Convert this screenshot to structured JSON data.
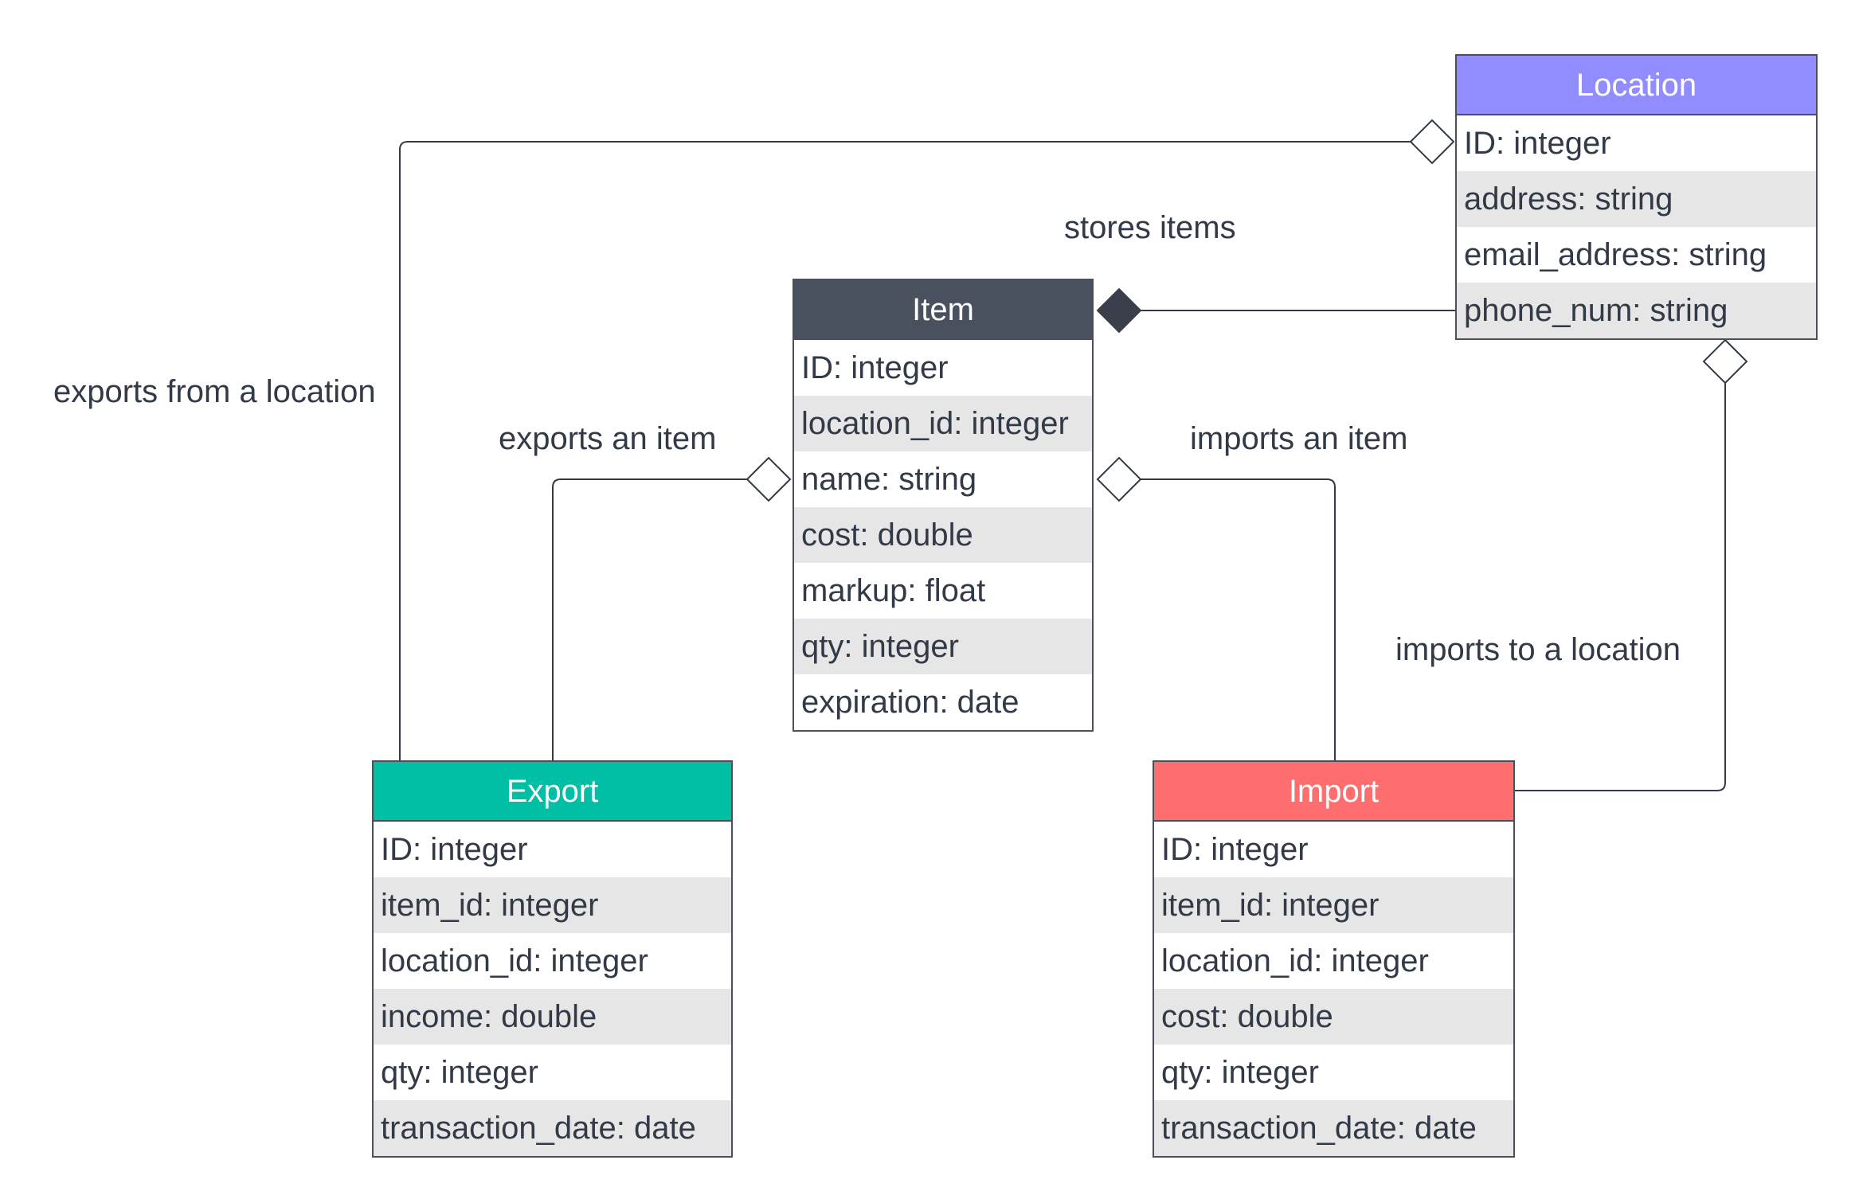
{
  "entities": {
    "location": {
      "title": "Location",
      "header_color": "#918cff",
      "fields": [
        "ID: integer",
        "address: string",
        "email_address: string",
        "phone_num: string"
      ]
    },
    "item": {
      "title": "Item",
      "header_color": "#4a515e",
      "fields": [
        "ID: integer",
        "location_id: integer",
        "name: string",
        "cost: double",
        "markup: float",
        "qty: integer",
        "expiration: date"
      ]
    },
    "export": {
      "title": "Export",
      "header_color": "#00bfa5",
      "fields": [
        "ID: integer",
        "item_id: integer",
        "location_id: integer",
        "income: double",
        "qty: integer",
        "transaction_date: date"
      ]
    },
    "import": {
      "title": "Import",
      "header_color": "#ff6e6e",
      "fields": [
        "ID: integer",
        "item_id: integer",
        "location_id: integer",
        "cost: double",
        "qty: integer",
        "transaction_date: date"
      ]
    }
  },
  "relationships": {
    "stores_items": "stores items",
    "exports_from_location": "exports from a location",
    "exports_item": "exports an item",
    "imports_item": "imports an item",
    "imports_to_location": "imports to a location"
  }
}
